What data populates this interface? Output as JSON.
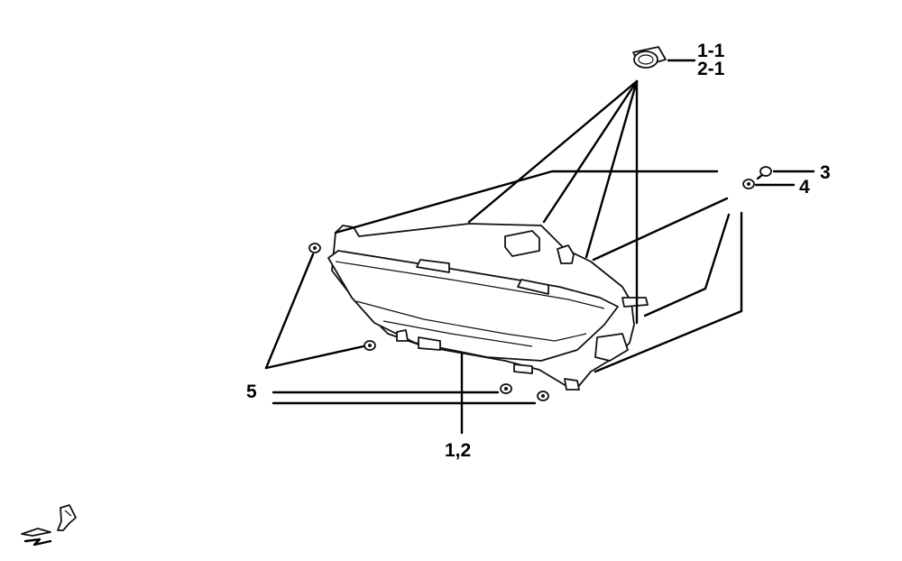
{
  "callouts": {
    "c11": "1-1",
    "c21": "2-1",
    "c3": "3",
    "c4": "4",
    "c5": "5",
    "c12": "1,2"
  },
  "parts": [
    {
      "id": "1,2",
      "name": "headlight-assembly"
    },
    {
      "id": "1-1",
      "name": "bulb-socket-cap"
    },
    {
      "id": "2-1",
      "name": "bulb-socket-cap"
    },
    {
      "id": "3",
      "name": "screw"
    },
    {
      "id": "4",
      "name": "washer"
    },
    {
      "id": "5",
      "name": "grommet"
    }
  ],
  "icons": {
    "front_direction": "front-direction-arrow-icon"
  }
}
